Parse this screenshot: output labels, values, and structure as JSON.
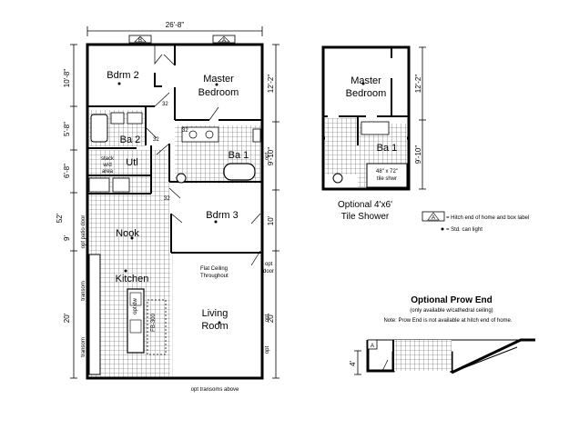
{
  "main_plan": {
    "overall_width": "26'-8\"",
    "overall_length": "52'",
    "hitch_labels": [
      "B",
      "A"
    ],
    "left_dims": [
      "10'-8\"",
      "5'-8\"",
      "6'-8\"",
      "9'",
      "20'"
    ],
    "right_dims": [
      "12'-2\"",
      "9'-10\"",
      "10'",
      "20'"
    ],
    "rooms": {
      "bdrm2": "Bdrm 2",
      "master": [
        "Master",
        "Bedroom"
      ],
      "ba2": "Ba 2",
      "ba1": "Ba 1",
      "utl": "Utl",
      "stack": [
        "stack",
        "w/d",
        "area"
      ],
      "nook": "Nook",
      "bdrm3": "Bdrm 3",
      "kitchen": "Kitchen",
      "living": [
        "Living",
        "Room"
      ]
    },
    "notes": {
      "flat_ceiling": [
        "Flat Ceiling",
        "Throughout"
      ],
      "opt_patio_door": "opt patio door",
      "opt_door_right": [
        "opt",
        "door"
      ],
      "opt_transoms_above": "opt transoms above",
      "transom": "transom",
      "opt": "opt",
      "opt_dw": "opt dw",
      "fb_300": "FB-300",
      "door_32": "32"
    }
  },
  "tile_shower_plan": {
    "rooms": {
      "master": [
        "Master",
        "Bedroom"
      ],
      "ba1": "Ba 1"
    },
    "dims": [
      "12'-2\"",
      "9'-10\""
    ],
    "shower_label": [
      "48\" x 72\"",
      "tile shwr"
    ],
    "caption": [
      "Optional 4'x6'",
      "Tile Shower"
    ]
  },
  "legend": {
    "hitch_symbol": "A",
    "hitch_text": "= Hitch end of home and box label",
    "can_light_text": "= Std. can light"
  },
  "prow_end": {
    "title": "Optional Prow End",
    "subtitle": "(only available w/cathedral ceiling)",
    "note": "Note: Prow End is not available at hitch end of home.",
    "dim": "4'",
    "marker": "A"
  }
}
